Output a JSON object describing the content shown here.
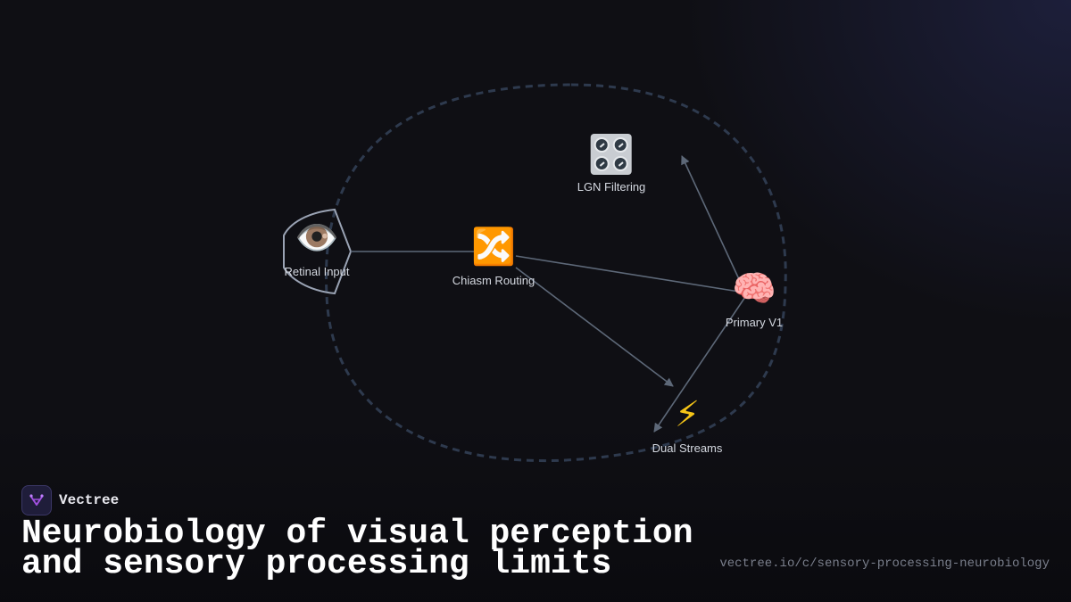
{
  "diagram": {
    "nodes": [
      {
        "id": "retinal",
        "label": "Retinal Input",
        "icon": "eye-icon",
        "glyph": "👁️"
      },
      {
        "id": "chiasm",
        "label": "Chiasm Routing",
        "icon": "shuffle-icon",
        "glyph": "🔀"
      },
      {
        "id": "lgn",
        "label": "LGN Filtering",
        "icon": "control-knobs-icon",
        "glyph": "🎛️"
      },
      {
        "id": "v1",
        "label": "Primary V1",
        "icon": "brain-icon",
        "glyph": "🧠"
      },
      {
        "id": "streams",
        "label": "Dual Streams",
        "icon": "lightning-icon",
        "glyph": "⚡"
      }
    ],
    "edges": [
      {
        "from": "retinal",
        "to": "chiasm",
        "arrow": false
      },
      {
        "from": "chiasm",
        "to": "v1",
        "arrow": false
      },
      {
        "from": "chiasm",
        "to": "streams",
        "arrow": true
      },
      {
        "from": "v1",
        "to": "lgn",
        "arrow": true
      },
      {
        "from": "v1",
        "to": "streams",
        "arrow": true
      }
    ],
    "colors": {
      "edge": "#5d6878",
      "boundary": "#2e3a4e",
      "hex_outline": "#9aa3b4"
    }
  },
  "brand": {
    "name": "Vectree",
    "logo_color": "#a050e0"
  },
  "title": {
    "line1": "Neurobiology of visual perception",
    "line2": "and sensory processing limits"
  },
  "url": "vectree.io/c/sensory-processing-neurobiology"
}
